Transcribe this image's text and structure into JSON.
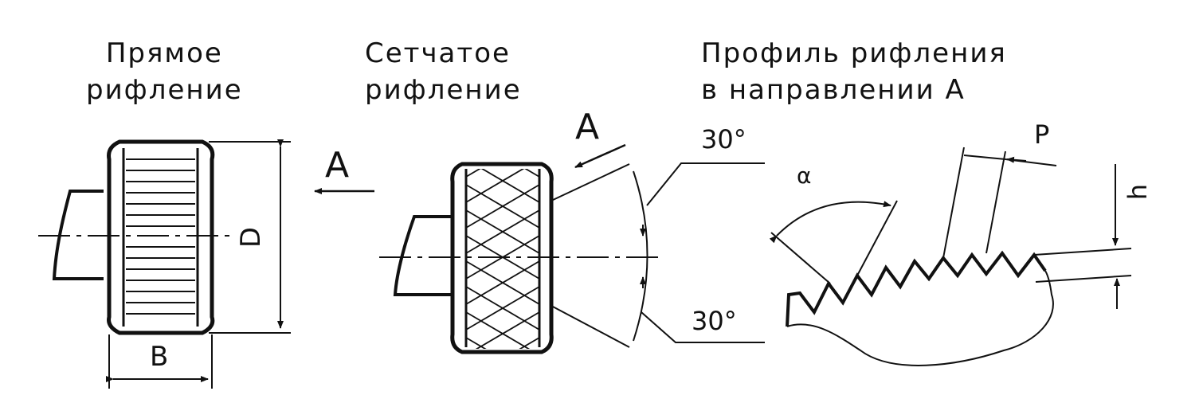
{
  "captions": {
    "straight": "Прямое\nрифление",
    "mesh": "Сетчатое\nрифление",
    "profile": "Профиль рифления\nв направлении А"
  },
  "labels": {
    "view_a_left": "A",
    "view_a_mid": "A",
    "diameter": "D",
    "width": "B",
    "angle_top": "30°",
    "angle_bottom": "30°",
    "alpha": "α",
    "pitch": "P",
    "height": "h"
  },
  "colors": {
    "ink": "#111111",
    "background": "#ffffff"
  }
}
